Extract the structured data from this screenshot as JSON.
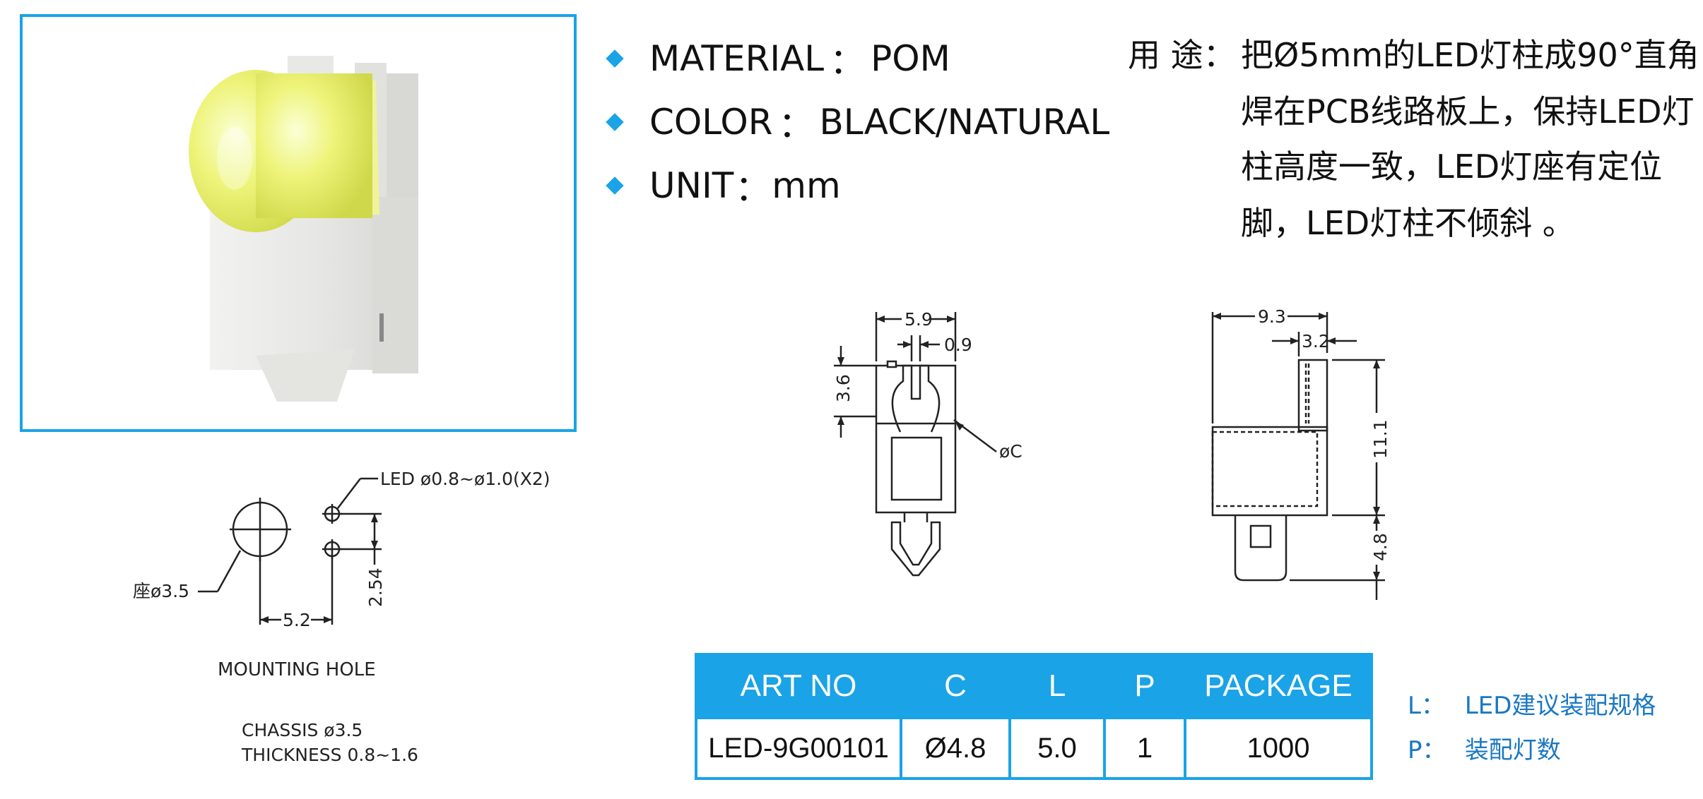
{
  "product_photo": {
    "alt": "LED holder photo"
  },
  "specs": [
    {
      "label": "MATERIAL",
      "sep": "：",
      "value": "POM"
    },
    {
      "label": "COLOR",
      "sep": "：",
      "value": "BLACK/NATURAL"
    },
    {
      "label": "UNIT",
      "sep": "：",
      "value": "mm"
    }
  ],
  "usage": {
    "label": "用 途：",
    "lines": [
      "把Ø5mm的LED灯柱成90°直角",
      "焊在PCB线路板上，保持LED灯",
      "柱高度一致，LED灯座有定位",
      "脚，LED灯柱不倾斜 。"
    ]
  },
  "mounting_hole": {
    "led_label": "LED  ø0.8~ø1.0(X2)",
    "seat_label": "座ø3.5",
    "dim_pitch": "5.2",
    "dim_spacing": "2.54",
    "title": "MOUNTING HOLE",
    "chassis": "CHASSIS  ø3.5",
    "thickness": "THICKNESS  0.8~1.6"
  },
  "front_view": {
    "dim_width": "5.9",
    "dim_slot": "0.9",
    "dim_height": "3.6",
    "dim_c": "øC"
  },
  "side_view": {
    "dim_width": "9.3",
    "dim_offset": "3.2",
    "dim_height": "11.1",
    "dim_pin": "4.8"
  },
  "table": {
    "headers": [
      "ART NO",
      "C",
      "L",
      "P",
      "PACKAGE"
    ],
    "rows": [
      [
        "LED-9G00101",
        "Ø4.8",
        "5.0",
        "1",
        "1000"
      ]
    ]
  },
  "legend": [
    {
      "key": "L：",
      "text": "LED建议装配规格"
    },
    {
      "key": "P：",
      "text": "装配灯数"
    }
  ],
  "colors": {
    "accent": "#1aa3e6",
    "legend_text": "#1a78c2"
  }
}
